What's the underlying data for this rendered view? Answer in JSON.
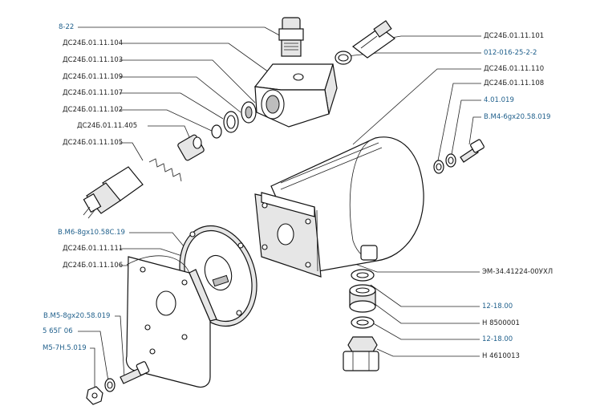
{
  "labels": {
    "l_8_22": "8-22",
    "l_104": "ДС24Б.01.11.104",
    "l_103": "ДС24Б.01.11.103",
    "l_109": "ДС24Б.01.11.109",
    "l_107": "ДС24Б.01.11.107",
    "l_102": "ДС24Б.01.11.102",
    "l_405": "ДС24Б.01.11.405",
    "l_105": "ДС24Б.01.11.105",
    "l_101": "ДС24Б.01.11.101",
    "l_012": "012-016-25-2-2",
    "l_110": "ДС24Б.01.11.110",
    "l_108": "ДС24Б.01.11.108",
    "l_4019": "4.01.019",
    "l_vm4": "В.М4-6gx20.58.019",
    "l_vm6": "В.М6-8gx10.58С.19",
    "l_111": "ДС24Б.01.11.111",
    "l_106": "ДС24Б.01.11.106",
    "l_vm5": "В.М5-8gx20.58.019",
    "l_565": "5 65Г 06",
    "l_m5": "М5-7Н.5.019",
    "l_em": "ЭМ-34.41224-00УХЛ",
    "l_1218a": "12-18.00",
    "l_h85": "Н 8500001",
    "l_1218b": "12-18.00",
    "l_h46": "Н 4610013"
  }
}
